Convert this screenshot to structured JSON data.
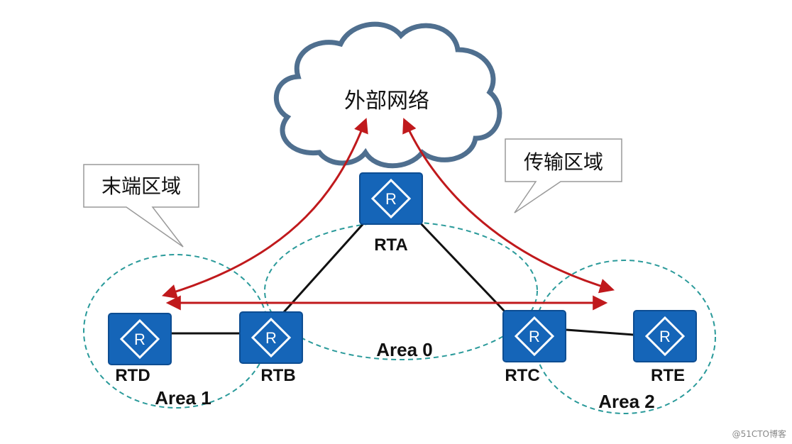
{
  "cloud": {
    "label": "外部网络"
  },
  "callouts": {
    "stub": {
      "label": "末端区域"
    },
    "transit": {
      "label": "传输区域"
    }
  },
  "routers": {
    "rta": {
      "label": "RTA",
      "glyph": "R"
    },
    "rtb": {
      "label": "RTB",
      "glyph": "R"
    },
    "rtc": {
      "label": "RTC",
      "glyph": "R"
    },
    "rtd": {
      "label": "RTD",
      "glyph": "R"
    },
    "rte": {
      "label": "RTE",
      "glyph": "R"
    }
  },
  "areas": {
    "area0": {
      "label": "Area 0"
    },
    "area1": {
      "label": "Area 1"
    },
    "area2": {
      "label": "Area 2"
    }
  },
  "watermark": "@51CTO博客",
  "colors": {
    "router": "#1565b8",
    "router_border": "#0d4d92",
    "area_boundary": "#2a9a9a",
    "route_arrow": "#c0191c",
    "cloud_fill": "#ffffff",
    "cloud_stroke": "#4f6f8f"
  }
}
